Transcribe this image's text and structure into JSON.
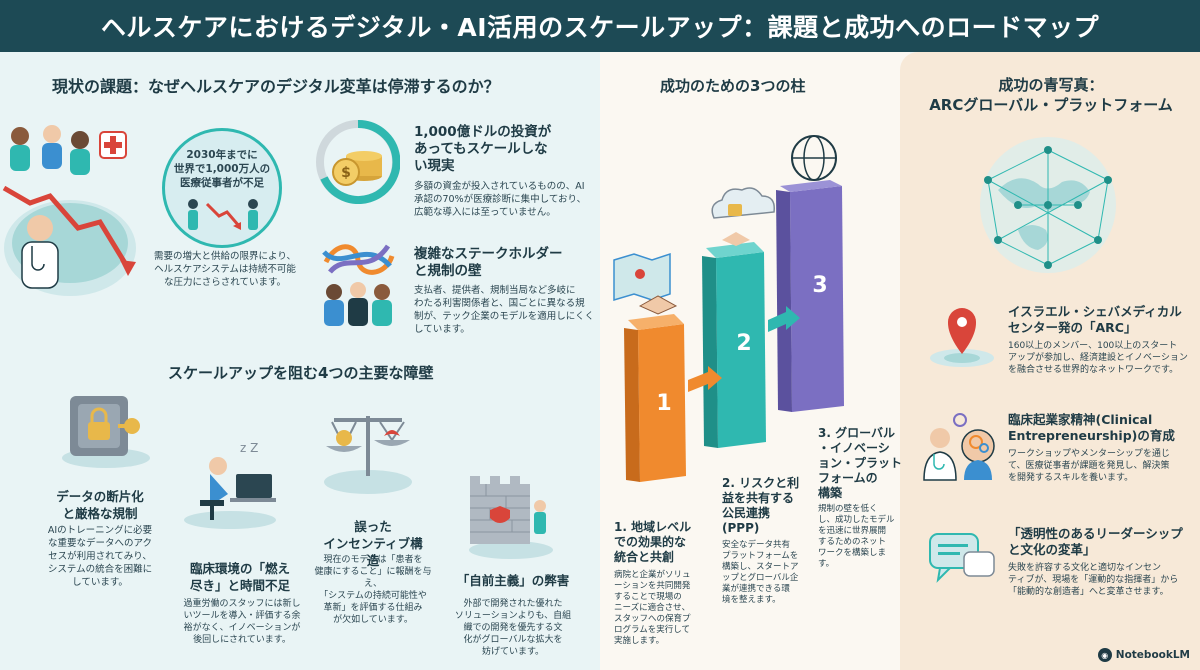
{
  "title": "ヘルスケアにおけるデジタル・AI活用のスケールアップ：課題と成功へのロードマップ",
  "left": {
    "heading": "現状の課題：なぜヘルスケアのデジタル変革は停滞するのか？",
    "workforce": {
      "circle_text": "2030年までに\n世界で1,000万人の\n医療従事者が不足",
      "desc": "需要の増大と供給の限界により、\nヘルスケアシステムは持続不可能\nな圧力にさらされています。"
    },
    "investment": {
      "heading": "1,000億ドルの投資が\nあってもスケールしな\nい現実",
      "desc": "多額の資金が投入されているものの、AI\n承認の70%が医療診断に集中しており、\n広範な導入には至っていません。"
    },
    "stakeholders": {
      "heading": "複雑なステークホルダー\nと規制の壁",
      "desc": "支払者、提供者、規制当局など多岐に\nわたる利害関係者と、国ごとに異なる規\n制が、テック企業のモデルを適用しにくく\nしています。"
    },
    "barriers_heading": "スケールアップを阻む4つの主要な障壁",
    "barriers": [
      {
        "heading": "データの断片化\nと厳格な規制",
        "desc": "AIのトレーニングに必要\nな重要なデータへのアク\nセスが利用されてみり、\nシステムの統合を困難に\nしています。"
      },
      {
        "heading": "臨床環境の「燃え\n尽き」と時間不足",
        "desc": "過重労働のスタッフには新し\nいツールを導入・評価する余\n裕がなく、イノベーションが\n後回しにされています。"
      },
      {
        "heading": "誤った\nインセンティブ構造",
        "desc": "現在のモデルは「患者を\n健康にすること」に報酬を与え、\n「システムの持続可能性や\n革新」を評価する仕組み\nが欠如しています。"
      },
      {
        "heading": "「自前主義」の弊害",
        "desc": "外部で開発された優れた\nソリューションよりも、自組\n織での開発を優先する文\n化がグローバルな拡大を\n妨げています。"
      }
    ]
  },
  "middle": {
    "heading": "成功のための3つの柱",
    "pillars": [
      {
        "num": "1",
        "heading": "1. 地域レベル\nでの効果的な\n統合と共創",
        "desc": "病院と企業がソリュ\nーションを共同開発\nすることで現場の\nニーズに適合させ、\nスタッフへの保育プ\nログラムを実行して\n実施します。"
      },
      {
        "num": "2",
        "heading": "2. リスクと利\n益を共有する\n公民連携\n(PPP)",
        "desc": "安全なデータ共有\nプラットフォームを\n構築し、スタートア\nップとグローバル企\n業が連携できる環\n境を整えます。"
      },
      {
        "num": "3",
        "heading": "3. グローバル\n・イノベーシ\nョン・プラット\nフォームの\n構築",
        "desc": "規制の壁を低く\nし、成功したモデル\nを迅速に世界展開\nするためのネット\nワークを構築しま\nす。"
      }
    ]
  },
  "right": {
    "heading": "成功の青写真：\nARCグローバル・プラットフォーム",
    "items": [
      {
        "heading": "イスラエル・シェバメディカル\nセンター発の「ARC」",
        "desc": "160以上のメンバー、100以上のスタート\nアップが参加し、経済建設とイノベーション\nを融合させる世界的なネットワークです。"
      },
      {
        "heading": "臨床起業家精神(Clinical\nEntrepreneurship)の育成",
        "desc": "ワークショップやメンターシップを通じ\nて、医療従事者が課題を発見し、解決策\nを開発するスキルを養います。"
      },
      {
        "heading": "「透明性のあるリーダーシップ\nと文化の変革」",
        "desc": "失敗を許容する文化と適切なインセン\nティブが、現場を「運動的な指揮者」から\n「能動的な創造者」へと変革させます。"
      }
    ]
  },
  "brand": "NotebookLM",
  "colors": {
    "header": "#1d4a55",
    "teal": "#2fb8b0",
    "orange": "#f08a2e",
    "purple": "#7b6fc2",
    "red": "#d9453a"
  }
}
